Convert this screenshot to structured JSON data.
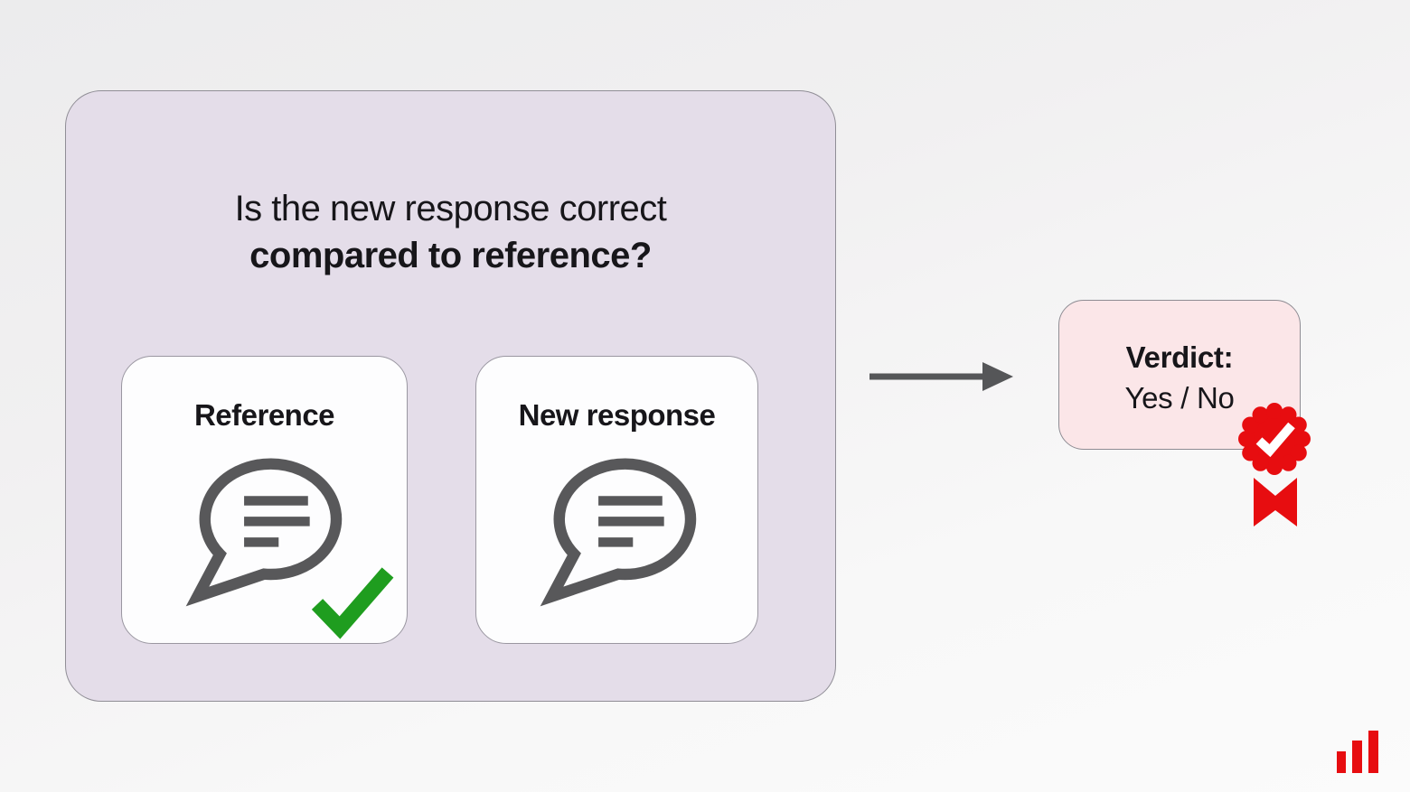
{
  "panel": {
    "title_line1": "Is the new response correct",
    "title_line2": "compared to reference?",
    "cards": [
      {
        "label": "Reference",
        "icon": "speech-bubble-icon",
        "has_checkmark": true
      },
      {
        "label": "New response",
        "icon": "speech-bubble-icon",
        "has_checkmark": false
      }
    ]
  },
  "arrow": {
    "icon": "arrow-right-icon",
    "direction": "right"
  },
  "verdict": {
    "label": "Verdict:",
    "value": "Yes / No"
  },
  "badge": {
    "icon": "award-badge-check-icon"
  },
  "logo": {
    "icon": "bar-chart-logo-icon"
  },
  "colors": {
    "panel_fill": "#e4dde9",
    "panel_border": "#908e96",
    "card_fill": "#fdfdfe",
    "icon_gray": "#58585a",
    "check_green": "#1f9d1f",
    "verdict_fill": "#fbe6e8",
    "accent_red": "#e70d10",
    "text": "#17161a",
    "background_top": "#ececed",
    "background_bottom": "#fbfbfb"
  }
}
